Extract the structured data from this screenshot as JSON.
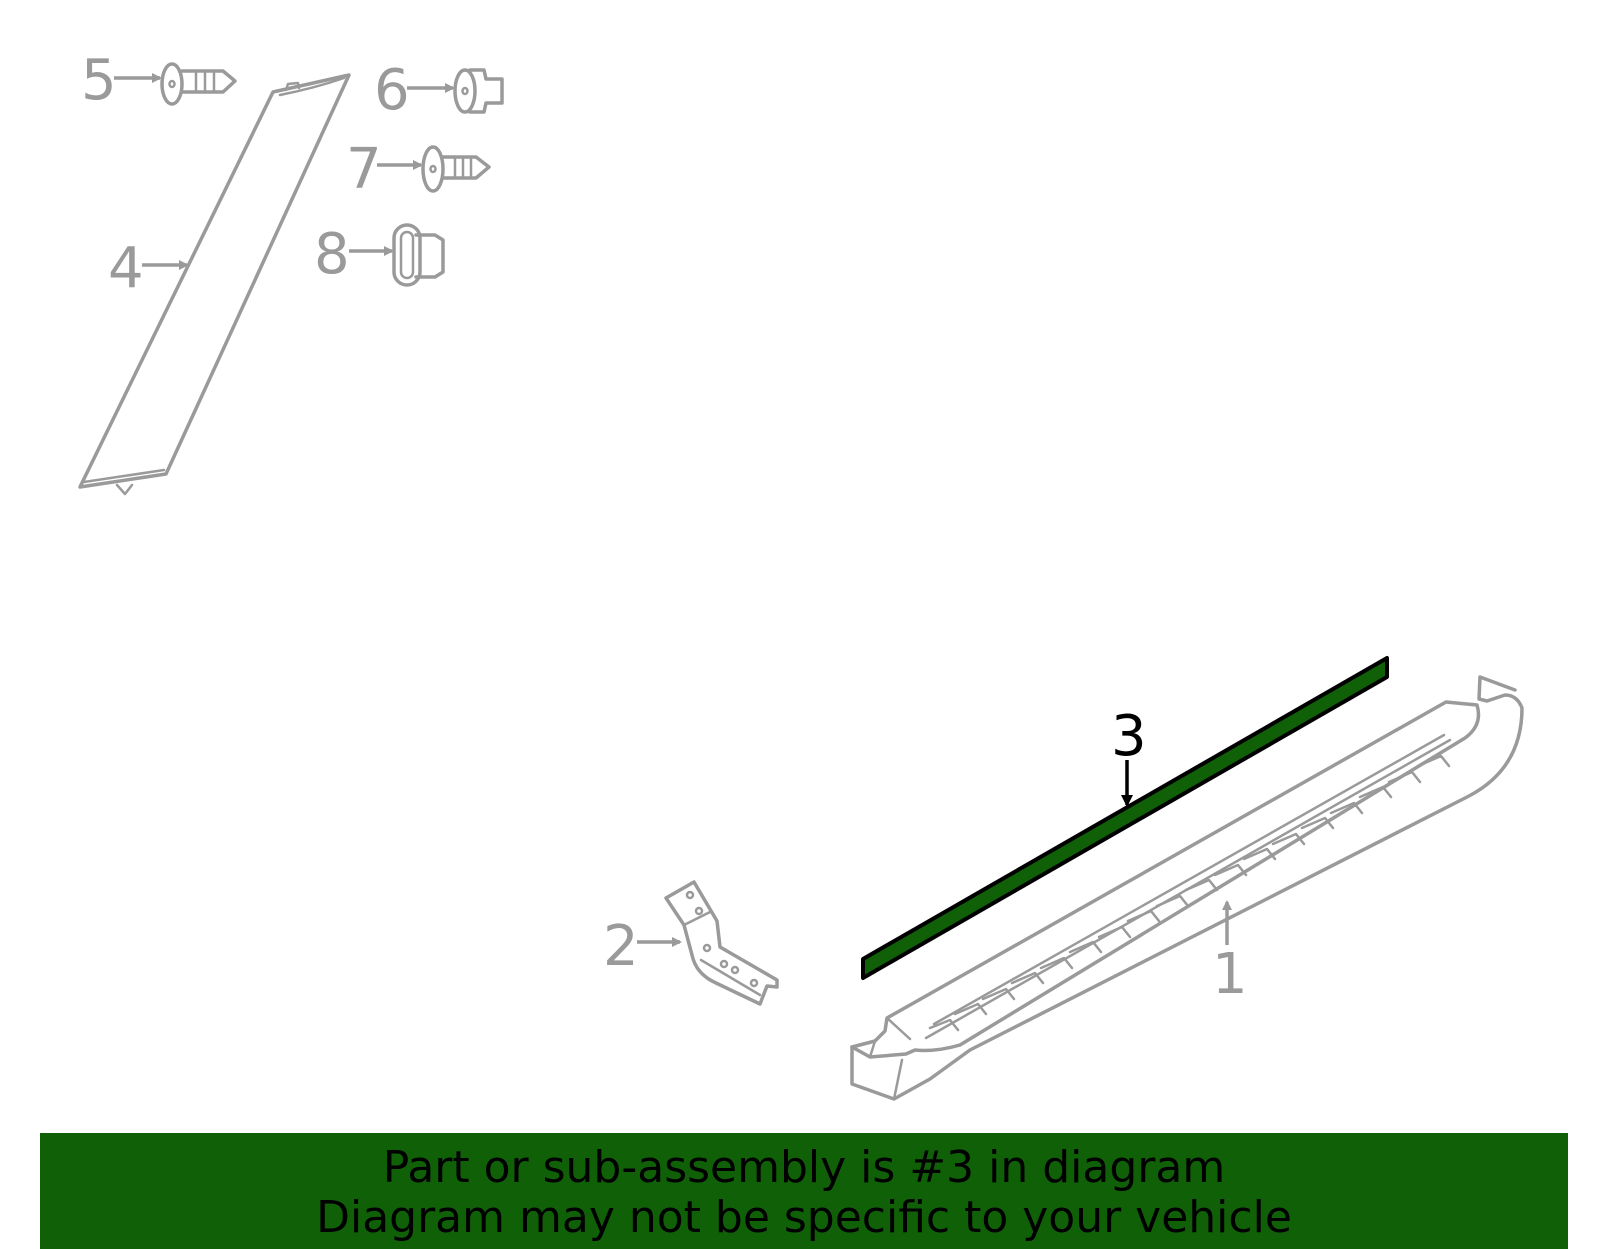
{
  "colors": {
    "highlight": "#106008",
    "part_outline": "#9a9a9a",
    "highlight_outline": "#000000",
    "banner_background": "#106008",
    "banner_text": "#000000"
  },
  "callouts": {
    "c1": "1",
    "c2": "2",
    "c3": "3",
    "c4": "4",
    "c5": "5",
    "c6": "6",
    "c7": "7",
    "c8": "8"
  },
  "highlighted_part": "3",
  "banner": {
    "line1": "Part or sub-assembly is #3 in diagram",
    "line2": "Diagram may not be specific to your vehicle"
  }
}
